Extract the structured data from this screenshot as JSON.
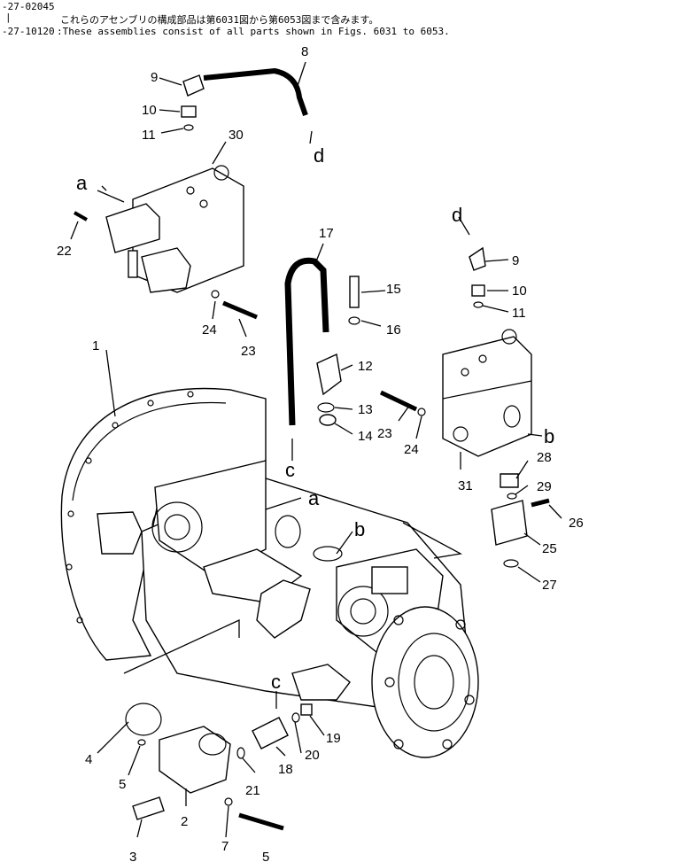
{
  "header": {
    "serial_from": "-27-02045",
    "serial_sep": "|",
    "serial_to": "-27-10120",
    "note_jp": "これらのアセンブリの構成部品は第6031図から第6053図まで含みます。",
    "note_en": ":These assemblies consist of all parts shown in Figs. 6031 to 6053."
  },
  "part_numbers": [
    "1",
    "2",
    "3",
    "4",
    "5",
    "5",
    "7",
    "8",
    "9",
    "9",
    "10",
    "10",
    "11",
    "11",
    "12",
    "13",
    "14",
    "15",
    "16",
    "17",
    "18",
    "19",
    "20",
    "21",
    "22",
    "23",
    "23",
    "24",
    "24",
    "25",
    "26",
    "27",
    "28",
    "29",
    "30",
    "31"
  ],
  "letters": [
    "a",
    "a",
    "b",
    "b",
    "c",
    "c",
    "d",
    "d"
  ]
}
